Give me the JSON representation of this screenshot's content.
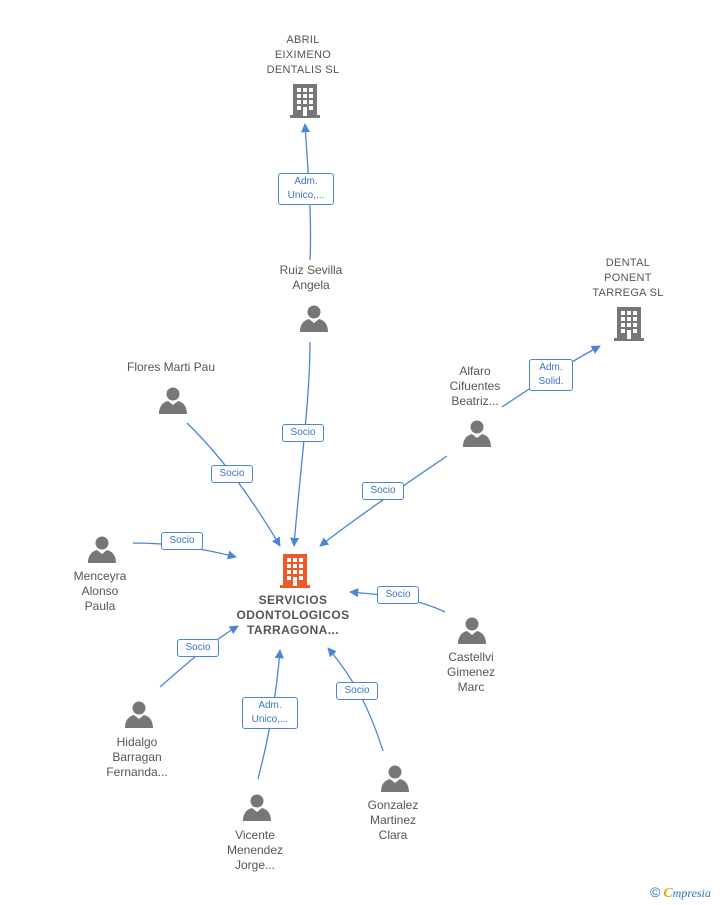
{
  "colors": {
    "edge": "#4a86d4",
    "person": "#777777",
    "company": "#777777",
    "center": "#ec5a2c",
    "text": "#555555"
  },
  "nodes": {
    "center": {
      "type": "company",
      "icon": "building-icon",
      "lines": [
        "SERVICIOS",
        "ODONTOLOGICOS",
        "TARRAGONA..."
      ]
    },
    "abril": {
      "type": "company",
      "icon": "building-icon",
      "lines": [
        "ABRIL",
        "EIXIMENO",
        "DENTALIS  SL"
      ]
    },
    "dental_ponent": {
      "type": "company",
      "icon": "building-icon",
      "lines": [
        "DENTAL",
        "PONENT",
        "TARREGA  SL"
      ]
    },
    "ruiz": {
      "type": "person",
      "icon": "person-icon",
      "lines": [
        "Ruiz Sevilla",
        "Angela"
      ]
    },
    "flores": {
      "type": "person",
      "icon": "person-icon",
      "lines": [
        "Flores Marti Pau"
      ]
    },
    "alfaro": {
      "type": "person",
      "icon": "person-icon",
      "lines": [
        "Alfaro",
        "Cifuentes",
        "Beatriz..."
      ]
    },
    "menceyra": {
      "type": "person",
      "icon": "person-icon",
      "lines": [
        "Menceyra",
        "Alonso",
        "Paula"
      ]
    },
    "castellvi": {
      "type": "person",
      "icon": "person-icon",
      "lines": [
        "Castellvi",
        "Gimenez",
        "Marc"
      ]
    },
    "hidalgo": {
      "type": "person",
      "icon": "person-icon",
      "lines": [
        "Hidalgo",
        "Barragan",
        "Fernanda..."
      ]
    },
    "vicente": {
      "type": "person",
      "icon": "person-icon",
      "lines": [
        "Vicente",
        "Menendez",
        "Jorge..."
      ]
    },
    "gonzalez": {
      "type": "person",
      "icon": "person-icon",
      "lines": [
        "Gonzalez",
        "Martinez",
        "Clara"
      ]
    }
  },
  "edges": {
    "ruiz_abril": {
      "from": "Ruiz Sevilla Angela",
      "to": "ABRIL EIXIMENO DENTALIS SL",
      "lines": [
        "Adm.",
        "Unico,..."
      ]
    },
    "alfaro_dental": {
      "from": "Alfaro Cifuentes Beatriz...",
      "to": "DENTAL PONENT TARREGA SL",
      "lines": [
        "Adm.",
        "Solid."
      ]
    },
    "ruiz_center": {
      "from": "Ruiz Sevilla Angela",
      "to": "SERVICIOS ODONTOLOGICOS TARRAGONA...",
      "lines": [
        "Socio"
      ]
    },
    "flores_center": {
      "from": "Flores Marti Pau",
      "to": "SERVICIOS ODONTOLOGICOS TARRAGONA...",
      "lines": [
        "Socio"
      ]
    },
    "alfaro_center": {
      "from": "Alfaro Cifuentes Beatriz...",
      "to": "SERVICIOS ODONTOLOGICOS TARRAGONA...",
      "lines": [
        "Socio"
      ]
    },
    "menceyra_center": {
      "from": "Menceyra Alonso Paula",
      "to": "SERVICIOS ODONTOLOGICOS TARRAGONA...",
      "lines": [
        "Socio"
      ]
    },
    "castellvi_center": {
      "from": "Castellvi Gimenez Marc",
      "to": "SERVICIOS ODONTOLOGICOS TARRAGONA...",
      "lines": [
        "Socio"
      ]
    },
    "hidalgo_center": {
      "from": "Hidalgo Barragan Fernanda...",
      "to": "SERVICIOS ODONTOLOGICOS TARRAGONA...",
      "lines": [
        "Socio"
      ]
    },
    "vicente_center": {
      "from": "Vicente Menendez Jorge...",
      "to": "SERVICIOS ODONTOLOGICOS TARRAGONA...",
      "lines": [
        "Adm.",
        "Unico,..."
      ]
    },
    "gonzalez_center": {
      "from": "Gonzalez Martinez Clara",
      "to": "SERVICIOS ODONTOLOGICOS TARRAGONA...",
      "lines": [
        "Socio"
      ]
    }
  },
  "footer": {
    "copyright": "©",
    "brand_first": "C",
    "brand_rest": "mpresia"
  }
}
